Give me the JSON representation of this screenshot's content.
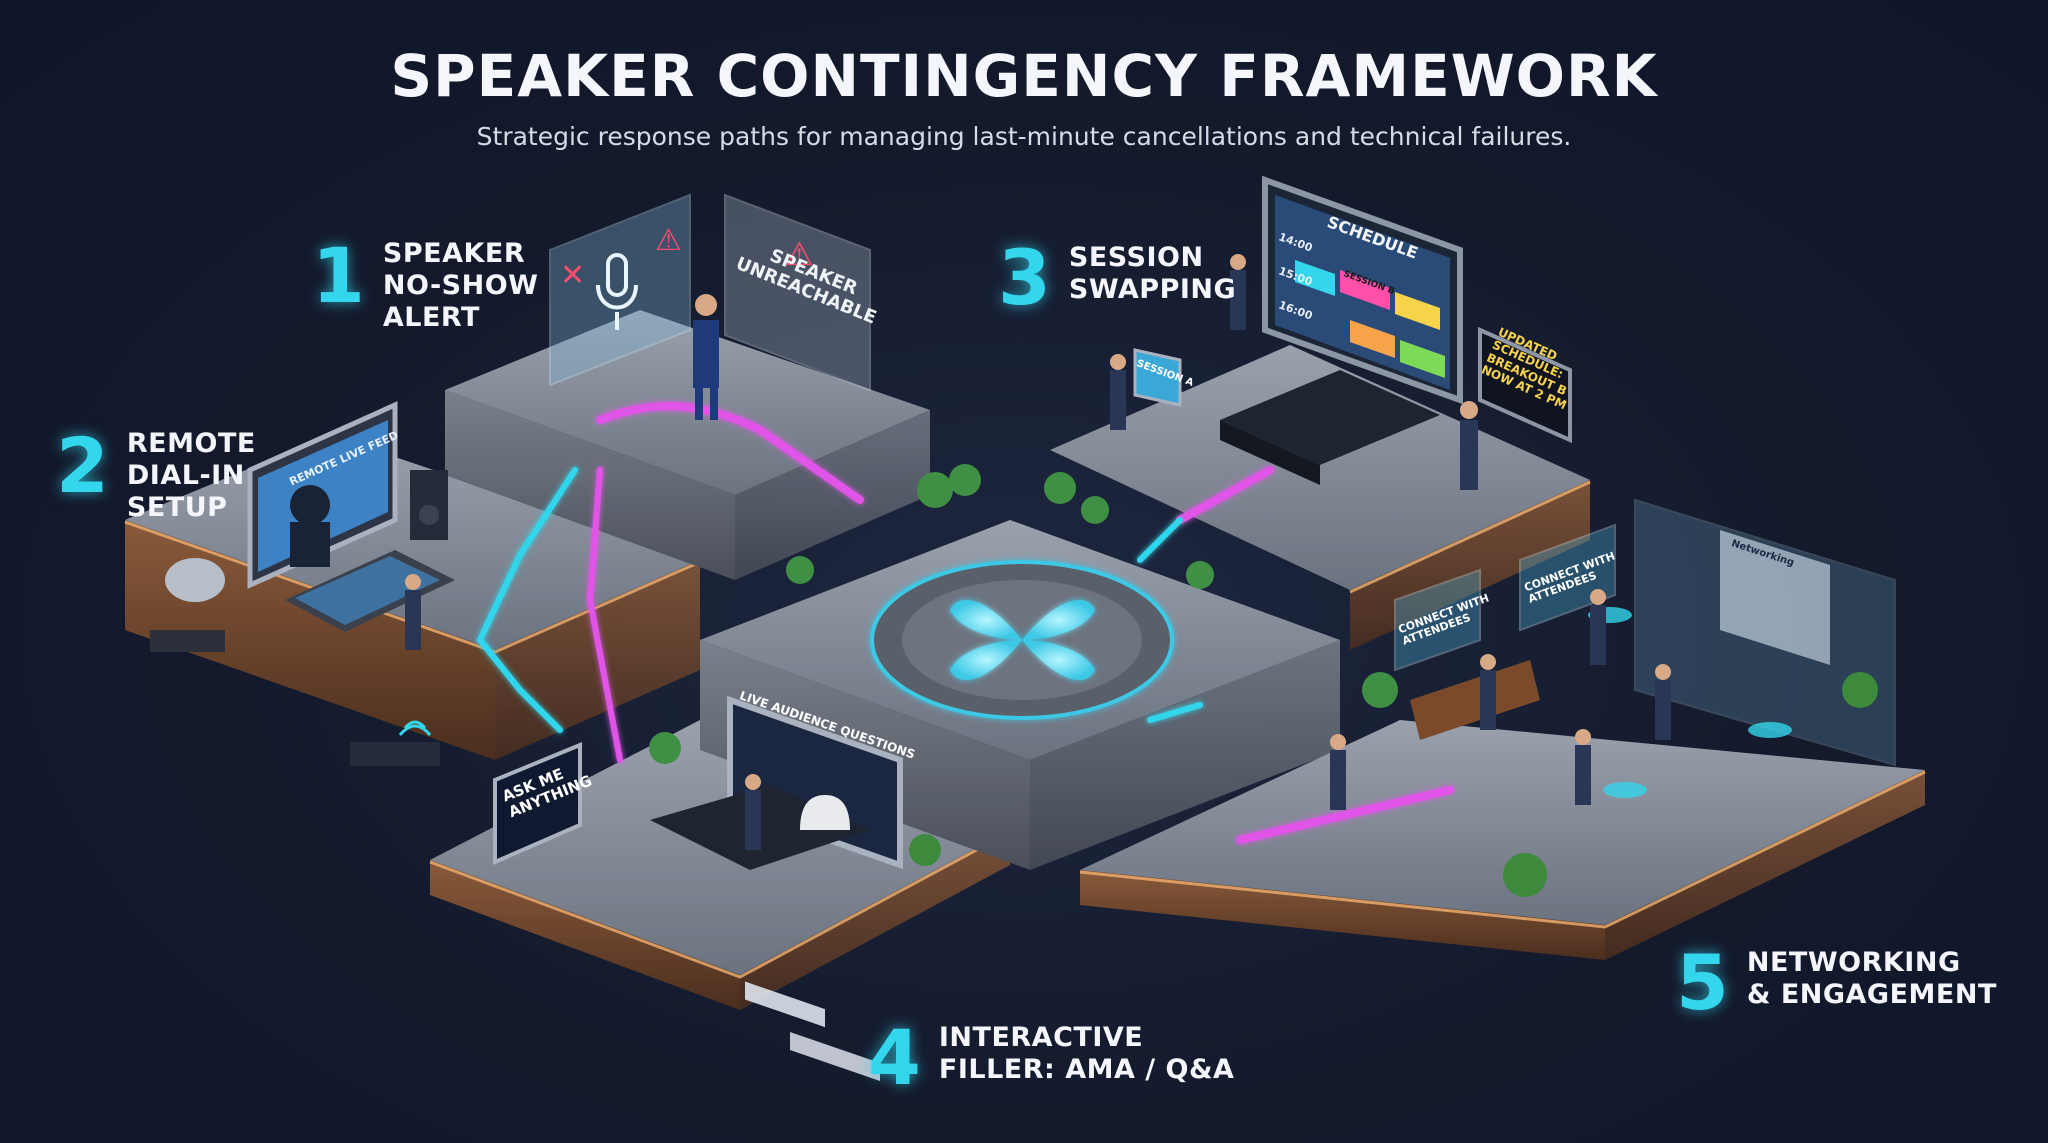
{
  "title": "SPEAKER CONTINGENCY FRAMEWORK",
  "subtitle": "Strategic response paths for managing last-minute cancellations and technical failures.",
  "steps": [
    {
      "number": "1",
      "lines": [
        "SPEAKER",
        "NO-SHOW",
        "ALERT"
      ]
    },
    {
      "number": "2",
      "lines": [
        "REMOTE",
        "DIAL-IN",
        "SETUP"
      ]
    },
    {
      "number": "3",
      "lines": [
        "SESSION",
        "SWAPPING"
      ]
    },
    {
      "number": "4",
      "lines": [
        "INTERACTIVE",
        "FILLER: AMA / Q&A"
      ]
    },
    {
      "number": "5",
      "lines": [
        "NETWORKING",
        "& ENGAGEMENT"
      ]
    }
  ],
  "screens": {
    "speaker_unreachable": [
      "SPEAKER",
      "UNREACHABLE"
    ],
    "remote_live_feed": "REMOTE LIVE FEED",
    "schedule": "SCHEDULE",
    "schedule_times": [
      "14:00",
      "15:00",
      "16:00"
    ],
    "session_a": "SESSION A",
    "session_b": "SESSION B",
    "updated_schedule": [
      "UPDATED",
      "SCHEDULE:",
      "BREAKOUT B",
      "NOW AT 2 PM"
    ],
    "ask_me_anything": [
      "ASK ME",
      "ANYTHING"
    ],
    "live_audience_questions": "LIVE AUDIENCE QUESTIONS",
    "connect_with_attendees": [
      "CONNECT WITH",
      "ATTENDEES"
    ],
    "networking": "Networking"
  },
  "colors": {
    "accent_cyan": "#33d6ec",
    "accent_magenta": "#e055e8",
    "background": "#141a2c",
    "platform_top": "#8a919e",
    "platform_edge_glow": "#f0b070"
  }
}
